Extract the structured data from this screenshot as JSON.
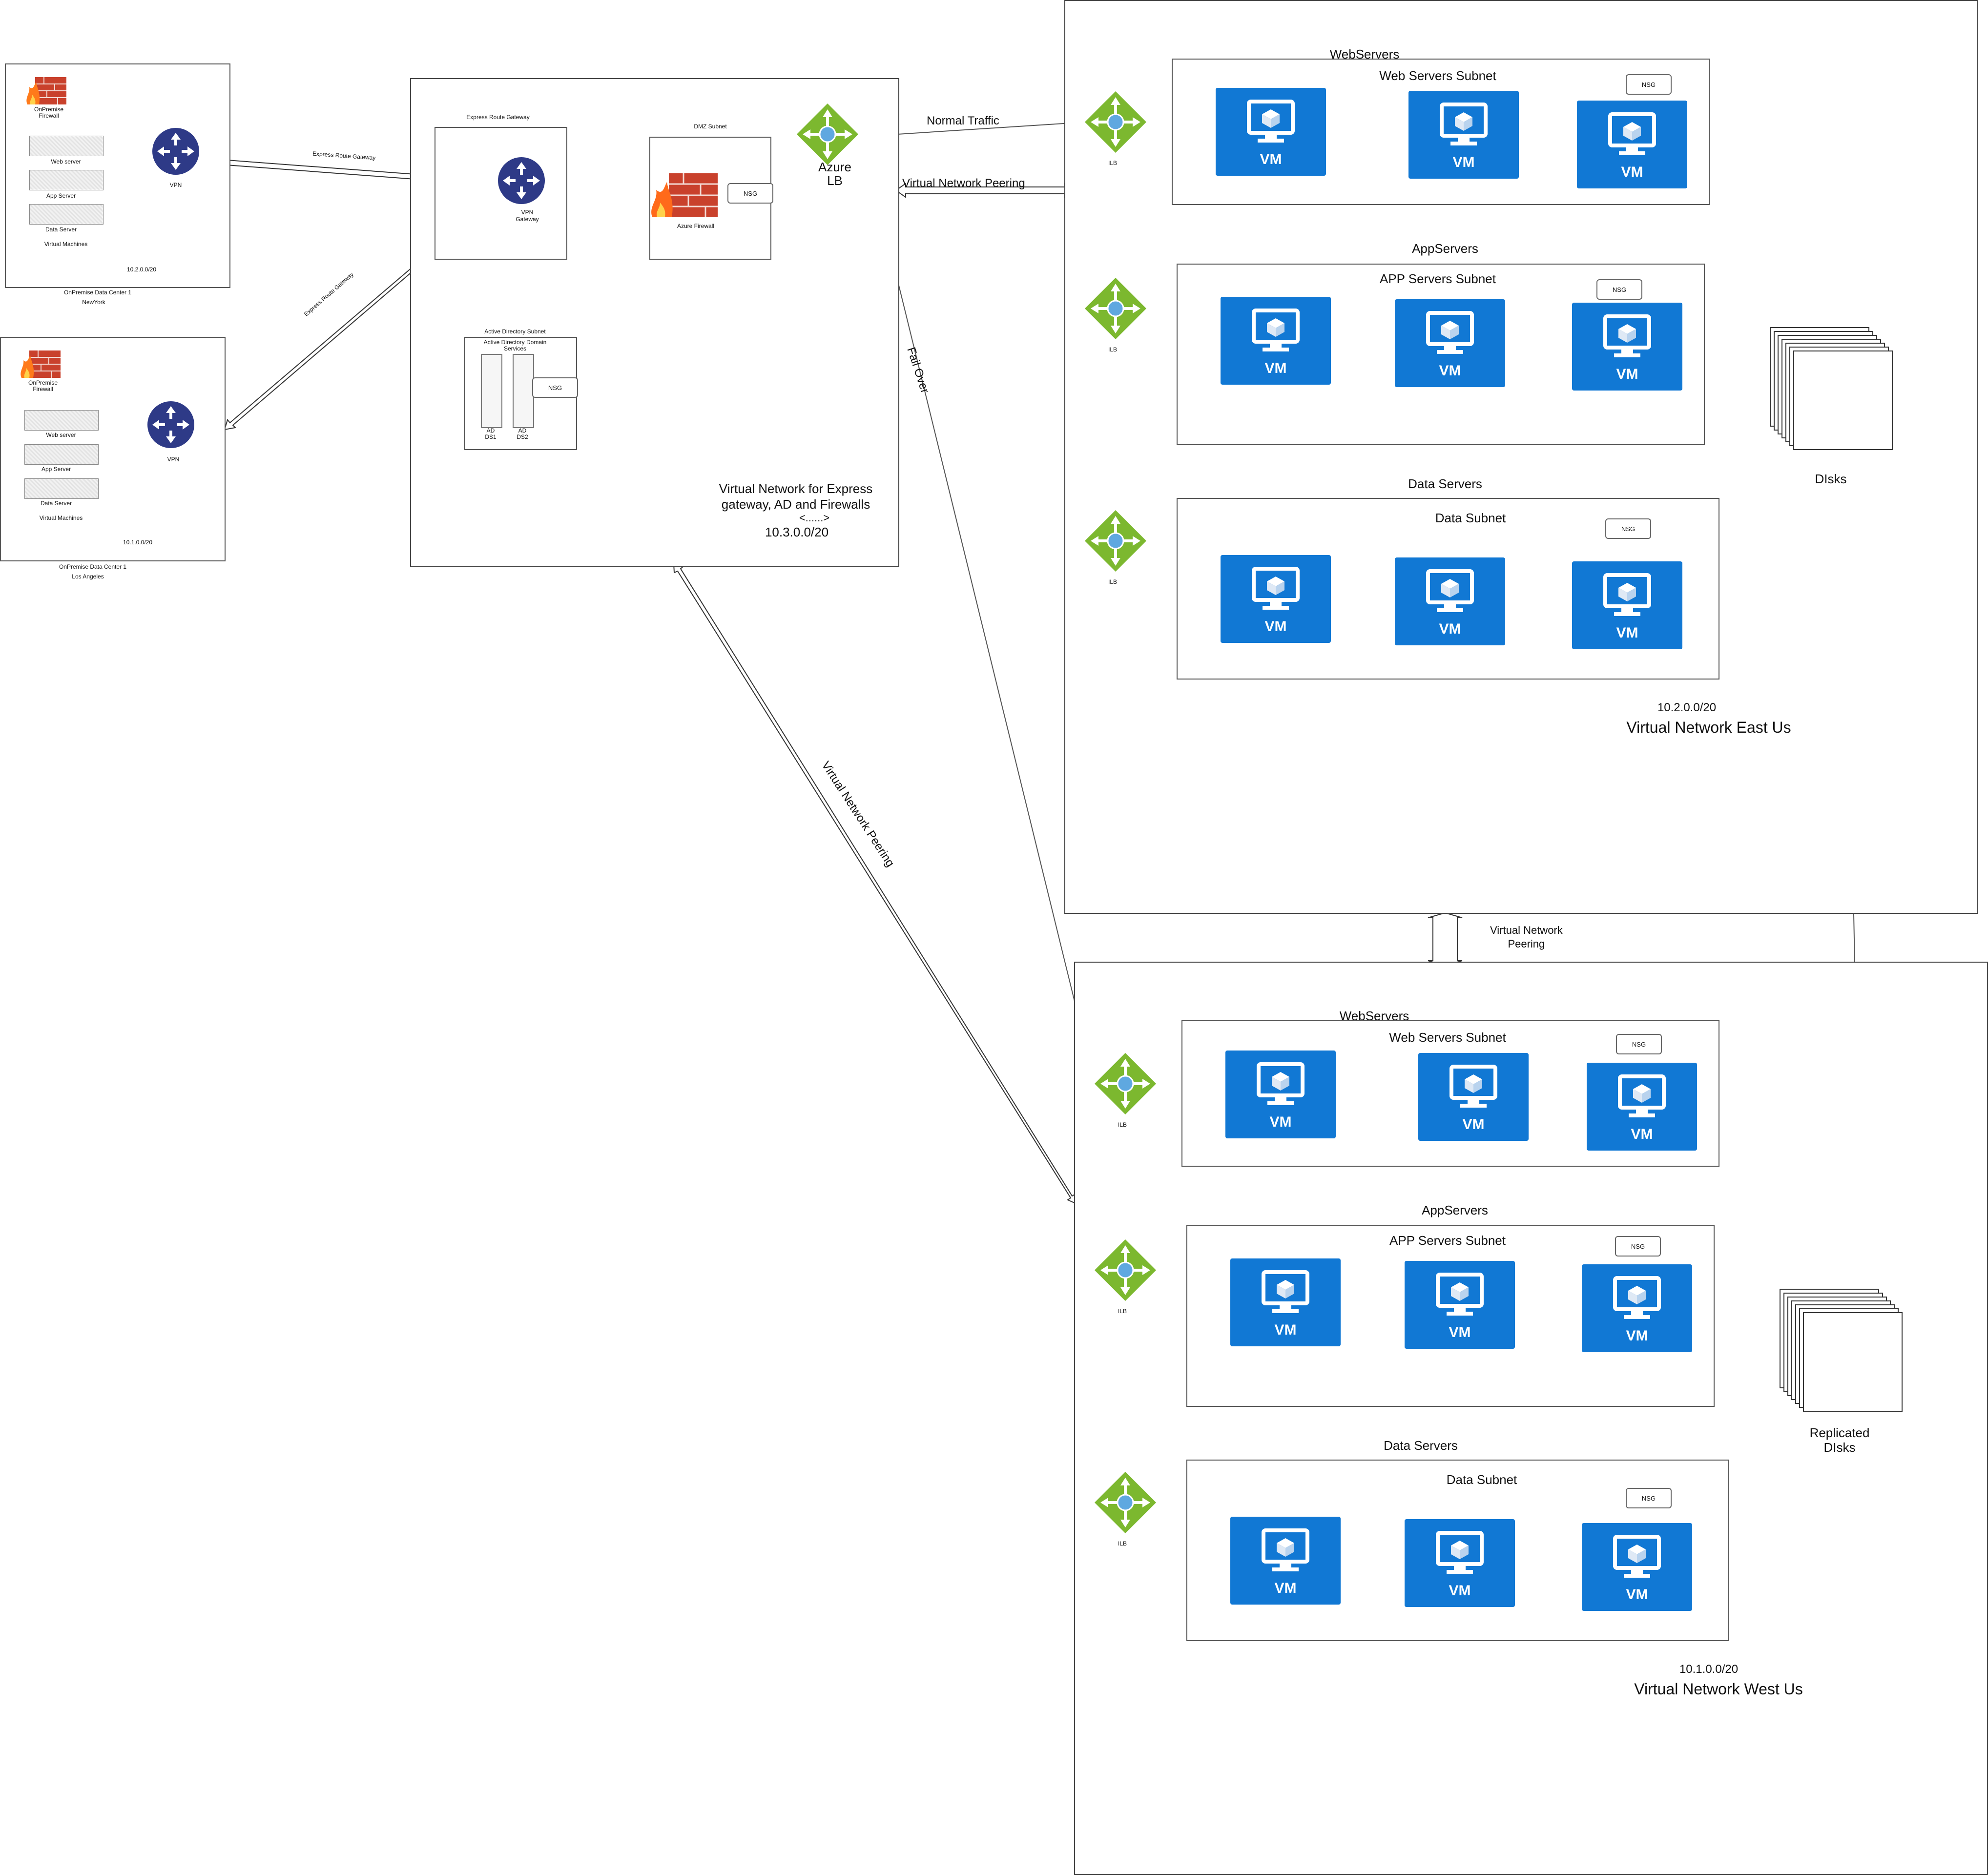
{
  "onprem_ny": {
    "firewall_label": "OnPremise\nFirewall",
    "web": "Web  server",
    "app": "App Server",
    "data": "Data Server",
    "vms": "Virtual Machines",
    "vpn": "VPN",
    "cidr": "10.2.0.0/20",
    "caption1": "OnPremise Data Center 1",
    "caption2": "NewYork"
  },
  "onprem_la": {
    "firewall_label": "OnPremise\nFirewall",
    "web": "Web  server",
    "app": "App Server",
    "data": "Data Server",
    "vms": "Virtual Machines",
    "vpn": "VPN",
    "cidr": "10.1.0.0/20",
    "caption1": "OnPremise Data Center 1",
    "caption2": "Los Angeles"
  },
  "conn": {
    "er_ny": "Express Route Gateway",
    "er_la": "Express Route Gateway",
    "normal_traffic": "Normal Traffic",
    "vnet_peering_h": "Virtual Network Peering",
    "fail_over": "Fail Over",
    "vnet_peering_diag": "Virtual Network Peering",
    "vnet_peering_v": "Virtual Network\nPeering"
  },
  "hub": {
    "er_title": "Express Route Gateway",
    "vpn_gw": "VPN\nGateway",
    "dmz_title": "DMZ Subnet",
    "nsg": "NSG",
    "azure_fw": "Azure Firewall",
    "azure_lb": "Azure\nLB",
    "ad_title": "Active Directory Subnet",
    "ad_services": "Active Directory Domain\nServices",
    "ad1": "AD\nDS1",
    "ad2": "AD\nDS2",
    "ad_nsg": "NSG",
    "vnet_title": "Virtual Network for Express\ngateway, AD and Firewalls",
    "arrow": "<......>",
    "cidr": "10.3.0.0/20"
  },
  "east": {
    "web_heading": "WebServers",
    "web_subnet": "Web Servers Subnet",
    "app_heading": "AppServers",
    "app_subnet": "APP Servers Subnet",
    "data_heading": "Data Servers",
    "data_subnet": "Data Subnet",
    "nsg": "NSG",
    "ilb": "ILB",
    "vm": "VM",
    "disks": "DIsks",
    "cidr": "10.2.0.0/20",
    "vnet_name": "Virtual Network  East Us"
  },
  "west": {
    "web_heading": "WebServers",
    "web_subnet": "Web Servers Subnet",
    "app_heading": "AppServers",
    "app_subnet": "APP Servers Subnet",
    "data_heading": "Data Servers",
    "data_subnet": "Data Subnet",
    "nsg": "NSG",
    "ilb": "ILB",
    "vm": "VM",
    "disks": "Replicated\nDIsks",
    "cidr": "10.1.0.0/20",
    "vnet_name": "Virtual Network  West  Us"
  },
  "colors": {
    "vm_blue": "#1178d4",
    "ilb_green": "#7cb82f",
    "router_navy": "#2e3a87",
    "firewall_red": "#c9412c"
  }
}
